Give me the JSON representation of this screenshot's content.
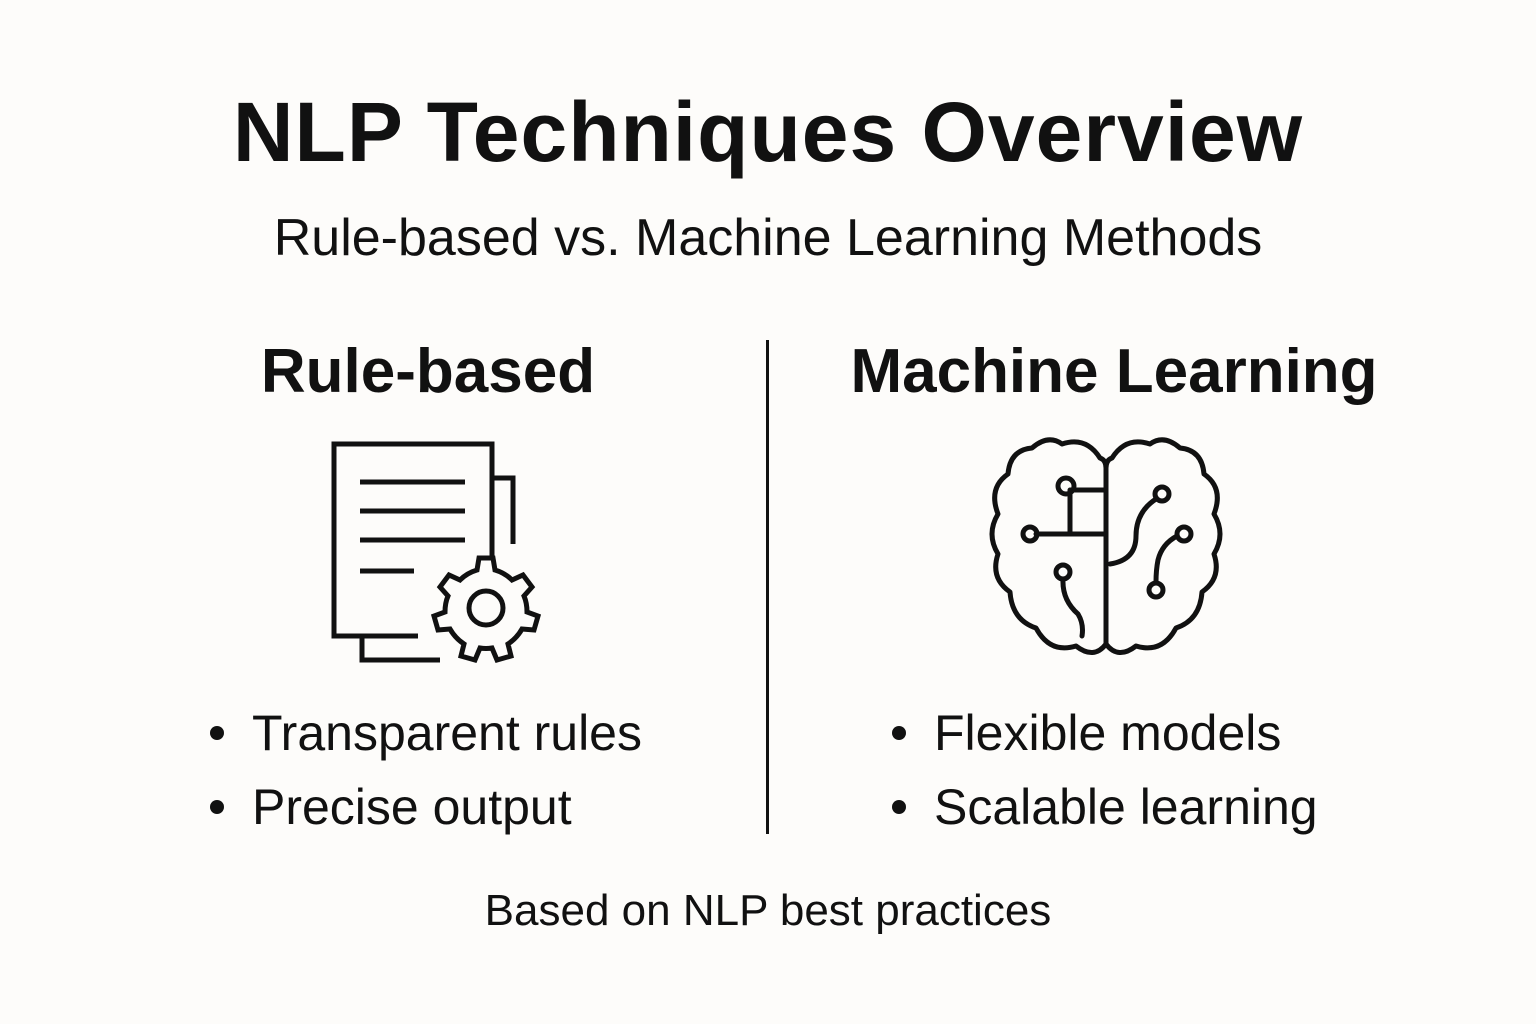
{
  "title": "NLP Techniques Overview",
  "subtitle": "Rule-based vs. Machine Learning Methods",
  "columns": [
    {
      "heading": "Rule-based",
      "icon": "document-gear-icon",
      "bullets": [
        "Transparent rules",
        "Precise output"
      ]
    },
    {
      "heading": "Machine Learning",
      "icon": "brain-circuit-icon",
      "bullets": [
        "Flexible models",
        "Scalable learning"
      ]
    }
  ],
  "footer": "Based on NLP best practices",
  "colors": {
    "background": "#fdfcfa",
    "ink": "#111111"
  }
}
